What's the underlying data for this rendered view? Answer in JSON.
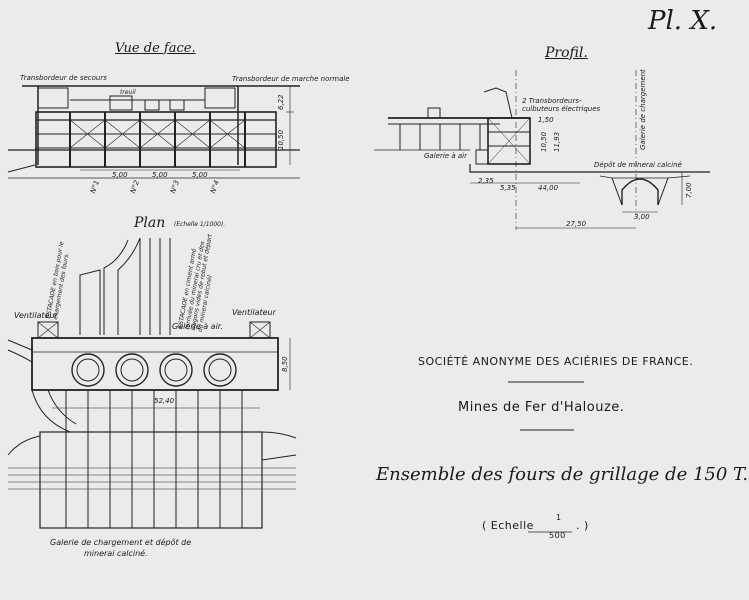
{
  "plate": {
    "number": "Pl. X."
  },
  "elevation": {
    "title": "Vue de face.",
    "left_label": "Transbordeur de secours",
    "right_label": "Transbordeur de marche normale",
    "small_label": "treuil",
    "height_dims": [
      "6,22",
      "10,50"
    ],
    "furnace_nums": [
      "N°1",
      "N°2",
      "N°3",
      "N°4"
    ],
    "spacing_dims": [
      "5,00",
      "5,00",
      "5,00"
    ]
  },
  "profile": {
    "title": "Profil.",
    "transporters": "2 Transbordeurs-culbuteurs électriques",
    "gallery": "Galerie à air",
    "chute": "Galerie de chargement",
    "deposit": "Dépôt de minerai calciné",
    "dims": [
      "1,50",
      "10,50",
      "11,93",
      "2,35",
      "5,35",
      "44,00",
      "27,50",
      "3,00",
      "7,00"
    ]
  },
  "plan": {
    "title": "Plan",
    "scale_note": "(Echelle 1/1000).",
    "estacade_left": "ESTACADE en bois pour le chargement des fours.",
    "estacade_right": "ESTACADE en ciment armé (arrivée du minerai cru et des wagons vides de rebut et départ du minerai calciné)",
    "ventilator_left": "Ventilateur",
    "ventilator_right": "Ventilateur",
    "air_gallery": "Galerie à air.",
    "width_dim": "52,40",
    "side_dim": "8,50",
    "bottom_label_1": "Galerie de chargement et dépôt de",
    "bottom_label_2": "minerai calciné."
  },
  "title_block": {
    "company": "SOCIÉTÉ ANONYME DES ACIÉRIES DE FRANCE.",
    "mine": "Mines de Fer d'Halouze.",
    "heading": "Ensemble des fours de grillage de 150 T.",
    "scale_prefix": "( Echelle",
    "scale_num": "1",
    "scale_den": "500",
    "scale_suffix": ". )"
  }
}
